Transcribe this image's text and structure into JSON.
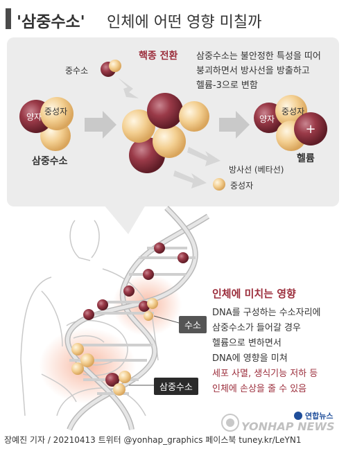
{
  "title": {
    "main": "'삼중수소'",
    "sub": "인체에 어떤 영향 미칠까"
  },
  "fusion": {
    "heading": "핵종 전환",
    "desc_line1": "삼중수소는 불안정한 특성을 띠어",
    "desc_line2": "붕괴하면서 방사선을 방출하고",
    "desc_line3": "헬륨-3으로 변함",
    "neutron_label": "중수소",
    "left_proton": "양자",
    "left_neutron": "중성자",
    "left_name": "삼중수소",
    "right_proton": "양자",
    "right_neutron": "중성자",
    "right_name": "헬륨",
    "radiation": "방사선 (베타선)",
    "neutron_out": "중성자"
  },
  "effect": {
    "heading": "인체에 미치는 영향",
    "line1": "DNA를 구성하는 수소자리에",
    "line2": "삼중수소가 들어갈 경우",
    "line3": "헬륨으로 변하면서",
    "line4": "DNA에 영향을 미쳐",
    "line5": "세포 사멸, 생식기능 저하 등",
    "line6": "인체에 손상을 줄 수 있음",
    "tag_hydrogen": "수소",
    "tag_tritium": "삼중수소"
  },
  "credit": "장예진 기자 / 20210413 트위터 @yonhap_graphics  페이스북 tuney.kr/LeYN1",
  "logo": {
    "korean": "연합뉴스",
    "english": "YONHAP NEWS"
  },
  "colors": {
    "proton": "#8e2f3e",
    "neutron": "#f0c98a",
    "accent": "#9b2d3b",
    "panel": "#ececec"
  }
}
